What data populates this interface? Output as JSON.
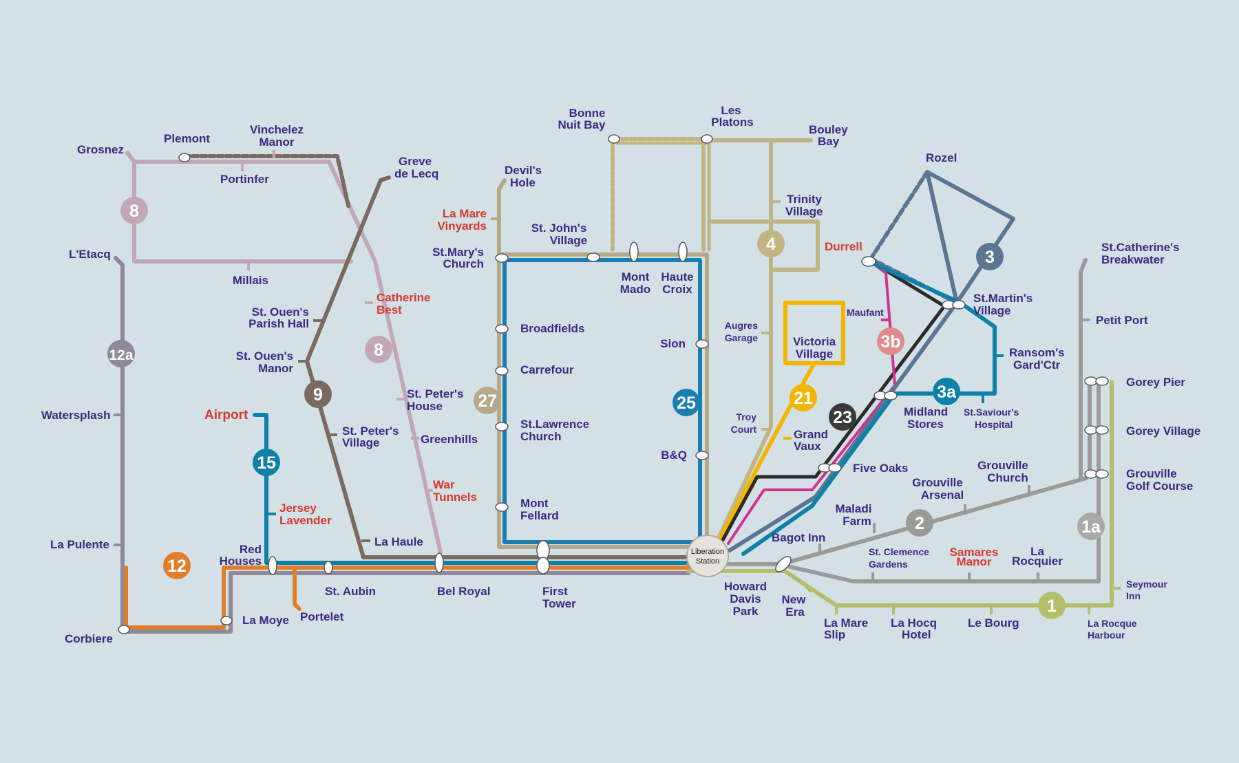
{
  "colors": {
    "background": "#d3e0e6",
    "route_1": "#b5be6a",
    "route_1a": "#9a9a9a",
    "route_2": "#9a9a96",
    "route_3": "#5c7590",
    "route_3a": "#0f80a8",
    "route_3b": "#d3338f",
    "route_4": "#c3b583",
    "route_8": "#c2a8b6",
    "route_9": "#7b6a60",
    "route_12": "#e07e2b",
    "route_12a": "#8e8a9a",
    "route_15": "#0f80a8",
    "route_21": "#f2b600",
    "route_23": "#2a2a2a",
    "route_25": "#1a7fae",
    "route_27": "#b8a88a",
    "label_text": "#3a2a80",
    "attraction_text": "#d7392e"
  },
  "hub": {
    "line1": "Liberation",
    "line2": "Station"
  },
  "routes": {
    "r1": "1",
    "r1a": "1a",
    "r2": "2",
    "r3": "3",
    "r3a": "3a",
    "r3b": "3b",
    "r4": "4",
    "r8a": "8",
    "r8b": "8",
    "r9": "9",
    "r12": "12",
    "r12a": "12a",
    "r15": "15",
    "r21": "21",
    "r23": "23",
    "r25": "25",
    "r27": "27"
  },
  "stops": {
    "grosnez": "Grosnez",
    "plemont": "Plemont",
    "vinchelez": [
      "Vinchelez",
      "Manor"
    ],
    "portinfer": "Portinfer",
    "millais": "Millais",
    "letacq": "L'Etacq",
    "watersplash": "Watersplash",
    "la_pulente": "La Pulente",
    "corbiere": "Corbiere",
    "la_moye": "La Moye",
    "portelet": "Portelet",
    "red_houses": [
      "Red",
      "Houses"
    ],
    "st_aubin": "St. Aubin",
    "bel_royal": "Bel Royal",
    "first_tower": [
      "First",
      "Tower"
    ],
    "greve_de_lecq": [
      "Greve",
      "de Lecq"
    ],
    "st_ouens_parish_hall": [
      "St. Ouen's",
      "Parish Hall"
    ],
    "st_ouens_manor": [
      "St. Ouen's",
      "Manor"
    ],
    "st_peters_village": [
      "St. Peter's",
      "Village"
    ],
    "la_haule": "La Haule",
    "st_peters_house": [
      "St. Peter's",
      "House"
    ],
    "greenhills": "Greenhills",
    "devils_hole": [
      "Devil's",
      "Hole"
    ],
    "st_marys_church": [
      "St.Mary's",
      "Church"
    ],
    "st_johns_village": [
      "St. John's",
      "Village"
    ],
    "broadfields": "Broadfields",
    "carrefour": "Carrefour",
    "st_lawrence_church": [
      "St.Lawrence",
      "Church"
    ],
    "mont_fellard": [
      "Mont",
      "Fellard"
    ],
    "bonne_nuit_bay": [
      "Bonne",
      "Nuit Bay"
    ],
    "les_platons": [
      "Les",
      "Platons"
    ],
    "mont_mado": [
      "Mont",
      "Mado"
    ],
    "haute_croix": [
      "Haute",
      "Croix"
    ],
    "sion": "Sion",
    "bq": "B&Q",
    "bouley_bay": [
      "Bouley",
      "Bay"
    ],
    "trinity_village": [
      "Trinity",
      "Village"
    ],
    "augres_garage": [
      "Augres",
      "Garage"
    ],
    "troy_court": [
      "Troy",
      "Court"
    ],
    "victoria_village": [
      "Victoria",
      "Village"
    ],
    "grand_vaux": [
      "Grand",
      "Vaux"
    ],
    "rozel": "Rozel",
    "maufant": "Maufant",
    "st_martins_village": [
      "St.Martin's",
      "Village"
    ],
    "ransoms_gard_ctr": [
      "Ransom's",
      "Gard'Ctr"
    ],
    "midland_stores": [
      "Midland",
      "Stores"
    ],
    "st_saviours_hospital": [
      "St.Saviour's",
      "Hospital"
    ],
    "five_oaks": "Five Oaks",
    "grouville_arsenal": [
      "Grouville",
      "Arsenal"
    ],
    "grouville_church": [
      "Grouville",
      "Church"
    ],
    "maladi_farm": [
      "Maladi",
      "Farm"
    ],
    "bagot_inn": "Bagot Inn",
    "st_clement_gardens": [
      "St. Clemence",
      "Gardens"
    ],
    "la_rocquier": [
      "La",
      "Rocquier"
    ],
    "howard_davis_park": [
      "Howard",
      "Davis",
      "Park"
    ],
    "new_era": [
      "New",
      "Era"
    ],
    "la_mare_slip": [
      "La Mare",
      "Slip"
    ],
    "la_hocq_hotel": [
      "La Hocq",
      "Hotel"
    ],
    "le_bourg": "Le Bourg",
    "la_rocque_harbour": [
      "La Rocque",
      "Harbour"
    ],
    "seymour_inn": [
      "Seymour",
      "Inn"
    ],
    "st_catherines_breakwater": [
      "St.Catherine's",
      "Breakwater"
    ],
    "petit_port": "Petit Port",
    "gorey_pier": "Gorey Pier",
    "gorey_village": "Gorey Village",
    "grouville_golf_course": [
      "Grouville",
      "Golf Course"
    ]
  },
  "attractions": {
    "airport": "Airport",
    "jersey_lavender": [
      "Jersey",
      "Lavender"
    ],
    "catherine_best": [
      "Catherine",
      "Best"
    ],
    "war_tunnels": [
      "War",
      "Tunnels"
    ],
    "la_mare_vinyards": [
      "La Mare",
      "Vinyards"
    ],
    "durrell": "Durrell",
    "samares_manor": [
      "Samares",
      "Manor"
    ]
  }
}
